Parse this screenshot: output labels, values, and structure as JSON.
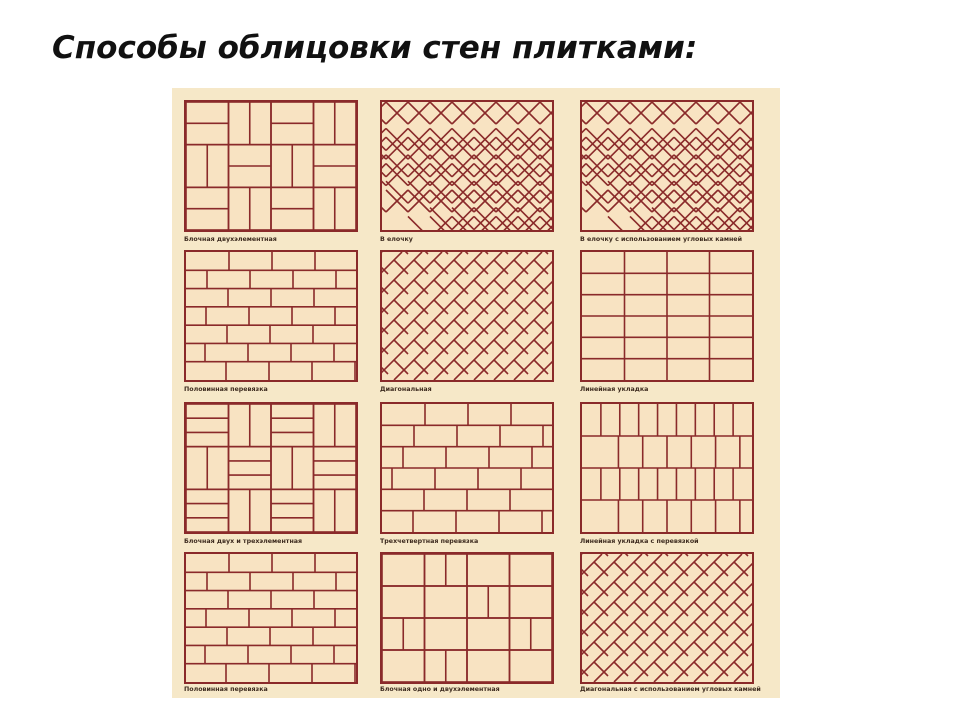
{
  "title": "Способы облицовки стен плитками:",
  "colors": {
    "background": "#f6e8c8",
    "tile_fill": "#f8e3c2",
    "grout_line": "#8a2a2a"
  },
  "patterns": [
    {
      "label": "Блочная двухэлементная",
      "pattern": "block-two-element"
    },
    {
      "label": "В елочку",
      "pattern": "herringbone"
    },
    {
      "label": "В елочку с использованием угловых камней",
      "pattern": "herringbone-corner"
    },
    {
      "label": "Половинная перевязка",
      "pattern": "half-bond"
    },
    {
      "label": "Диагональная",
      "pattern": "diagonal"
    },
    {
      "label": "Линейная укладка",
      "pattern": "linear-grid"
    },
    {
      "label": "Блочная двух и трехэлементная",
      "pattern": "block-two-three-element"
    },
    {
      "label": "Трехчетвертная перевязка",
      "pattern": "three-quarter-bond"
    },
    {
      "label": "Линейная укладка с перевязкой",
      "pattern": "linear-with-bond"
    },
    {
      "label": "Половинная перевязка",
      "pattern": "half-bond"
    },
    {
      "label": "Блочная одно и двухэлементная",
      "pattern": "block-one-two-element"
    },
    {
      "label": "Диагональная с использованием угловых камней",
      "pattern": "diagonal-corner"
    }
  ]
}
